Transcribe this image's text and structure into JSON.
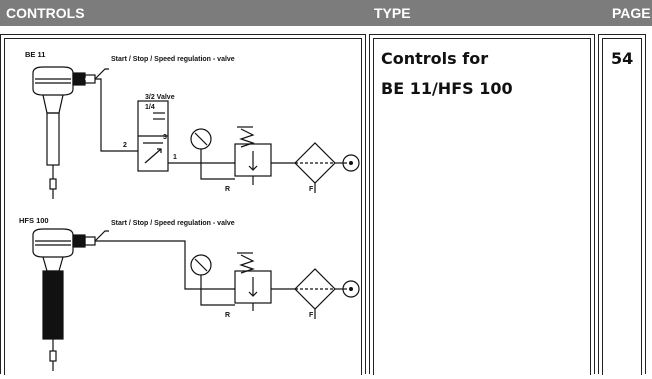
{
  "header": {
    "controls": "CONTROLS",
    "type": "TYPE",
    "page": "PAGE"
  },
  "diagram": {
    "top": {
      "device_label": "BE 11",
      "valve_label": "Start / Stop / Speed regulation - valve",
      "valve_type_line1": "3/2 Valve",
      "valve_type_line2": "1/4",
      "port_2": "2",
      "port_3": "3",
      "port_1": "1",
      "label_r": "R",
      "label_f": "F"
    },
    "bottom": {
      "device_label": "HFS 100",
      "valve_label": "Start / Stop / Speed regulation - valve",
      "label_r": "R",
      "label_f": "F"
    }
  },
  "type_text": {
    "line1": "Controls for",
    "line2": "BE 11/HFS 100"
  },
  "page_number": "54"
}
